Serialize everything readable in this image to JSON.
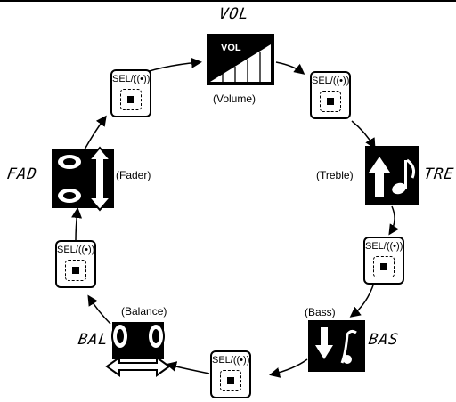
{
  "modes": {
    "volume": {
      "display": "VOL",
      "icon_text": "VOL",
      "label": "(Volume)"
    },
    "treble": {
      "display": "TRE",
      "label": "(Treble)"
    },
    "bass": {
      "display": "BAS",
      "label": "(Bass)"
    },
    "balance": {
      "display": "BAL",
      "label": "(Balance)"
    },
    "fader": {
      "display": "FAD",
      "label": "(Fader)"
    }
  },
  "sel_button_label": "SEL/((•))",
  "colors": {
    "ink": "#000000",
    "background": "#ffffff"
  }
}
